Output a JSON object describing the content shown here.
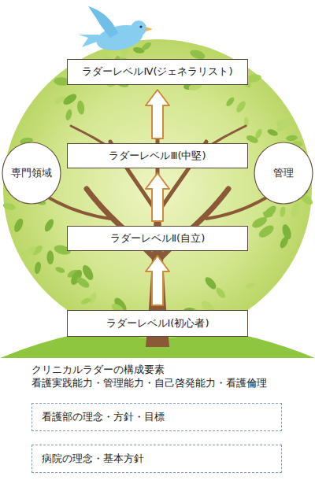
{
  "diagram": {
    "nodes": [
      {
        "text": [
          "ラダーレベルⅣ(ジェネラリスト)"
        ]
      },
      {
        "text": [
          "専門領域"
        ]
      },
      {
        "text": [
          "ラダーレベルⅢ(中堅)"
        ]
      },
      {
        "text": [
          "管理"
        ]
      },
      {
        "text": [
          "ラダーレベルⅡ(自立)"
        ]
      },
      {
        "text": [
          "ラダーレベルⅠ(初心者)"
        ]
      },
      {
        "text": [
          "看護部の理念・方針・目標"
        ]
      },
      {
        "text": [
          "病院の理念・基本方針"
        ]
      }
    ],
    "edges": [
      {
        "from": 5,
        "to": 4,
        "arrow": "to"
      },
      {
        "from": 4,
        "to": 2,
        "arrow": "to"
      },
      {
        "from": 2,
        "to": 0,
        "arrow": "to"
      }
    ],
    "labels": [
      "クリニカルラダーの構成要素",
      "看護実践能力・管理能力・自己啓発能力・看護倫理"
    ]
  }
}
